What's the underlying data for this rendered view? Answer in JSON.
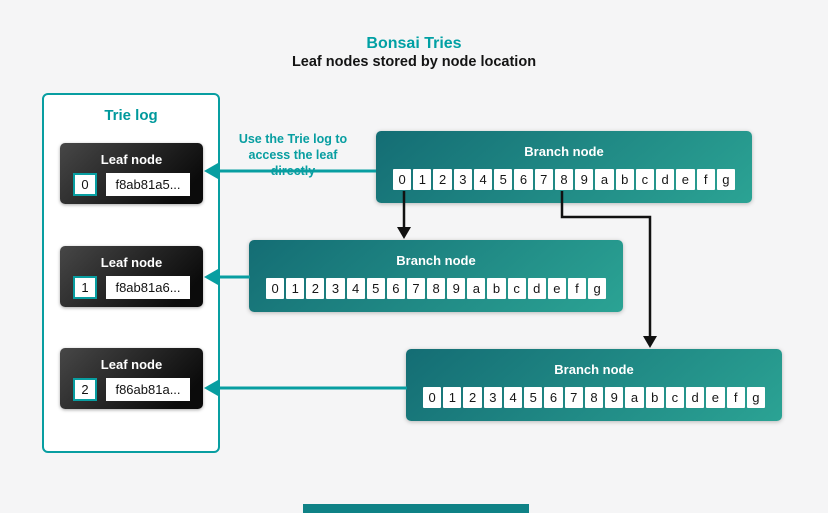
{
  "header": {
    "title": "Bonsai Tries",
    "subtitle": "Leaf nodes stored by node location"
  },
  "trie_log": {
    "title": "Trie log"
  },
  "annotation": {
    "line1": "Use the Trie log to",
    "line2": "access the leaf directly"
  },
  "leaves": [
    {
      "label": "Leaf node",
      "index": "0",
      "hash": "f8ab81a5..."
    },
    {
      "label": "Leaf node",
      "index": "1",
      "hash": "f8ab81a6..."
    },
    {
      "label": "Leaf node",
      "index": "2",
      "hash": "f86ab81a..."
    }
  ],
  "branches": [
    {
      "label": "Branch node"
    },
    {
      "label": "Branch node"
    },
    {
      "label": "Branch node"
    }
  ],
  "branch_cells": [
    "0",
    "1",
    "2",
    "3",
    "4",
    "5",
    "6",
    "7",
    "8",
    "9",
    "a",
    "b",
    "c",
    "d",
    "e",
    "f",
    "g"
  ],
  "colors": {
    "accent_teal": "#089ea1",
    "branch_gradient_dark": "#146d74",
    "branch_gradient_light": "#2ba394",
    "leaf_gradient_dark": "#0b0b0b",
    "leaf_gradient_gray": "#474747",
    "arrow_black": "#111111",
    "background": "#f5f5f6"
  }
}
